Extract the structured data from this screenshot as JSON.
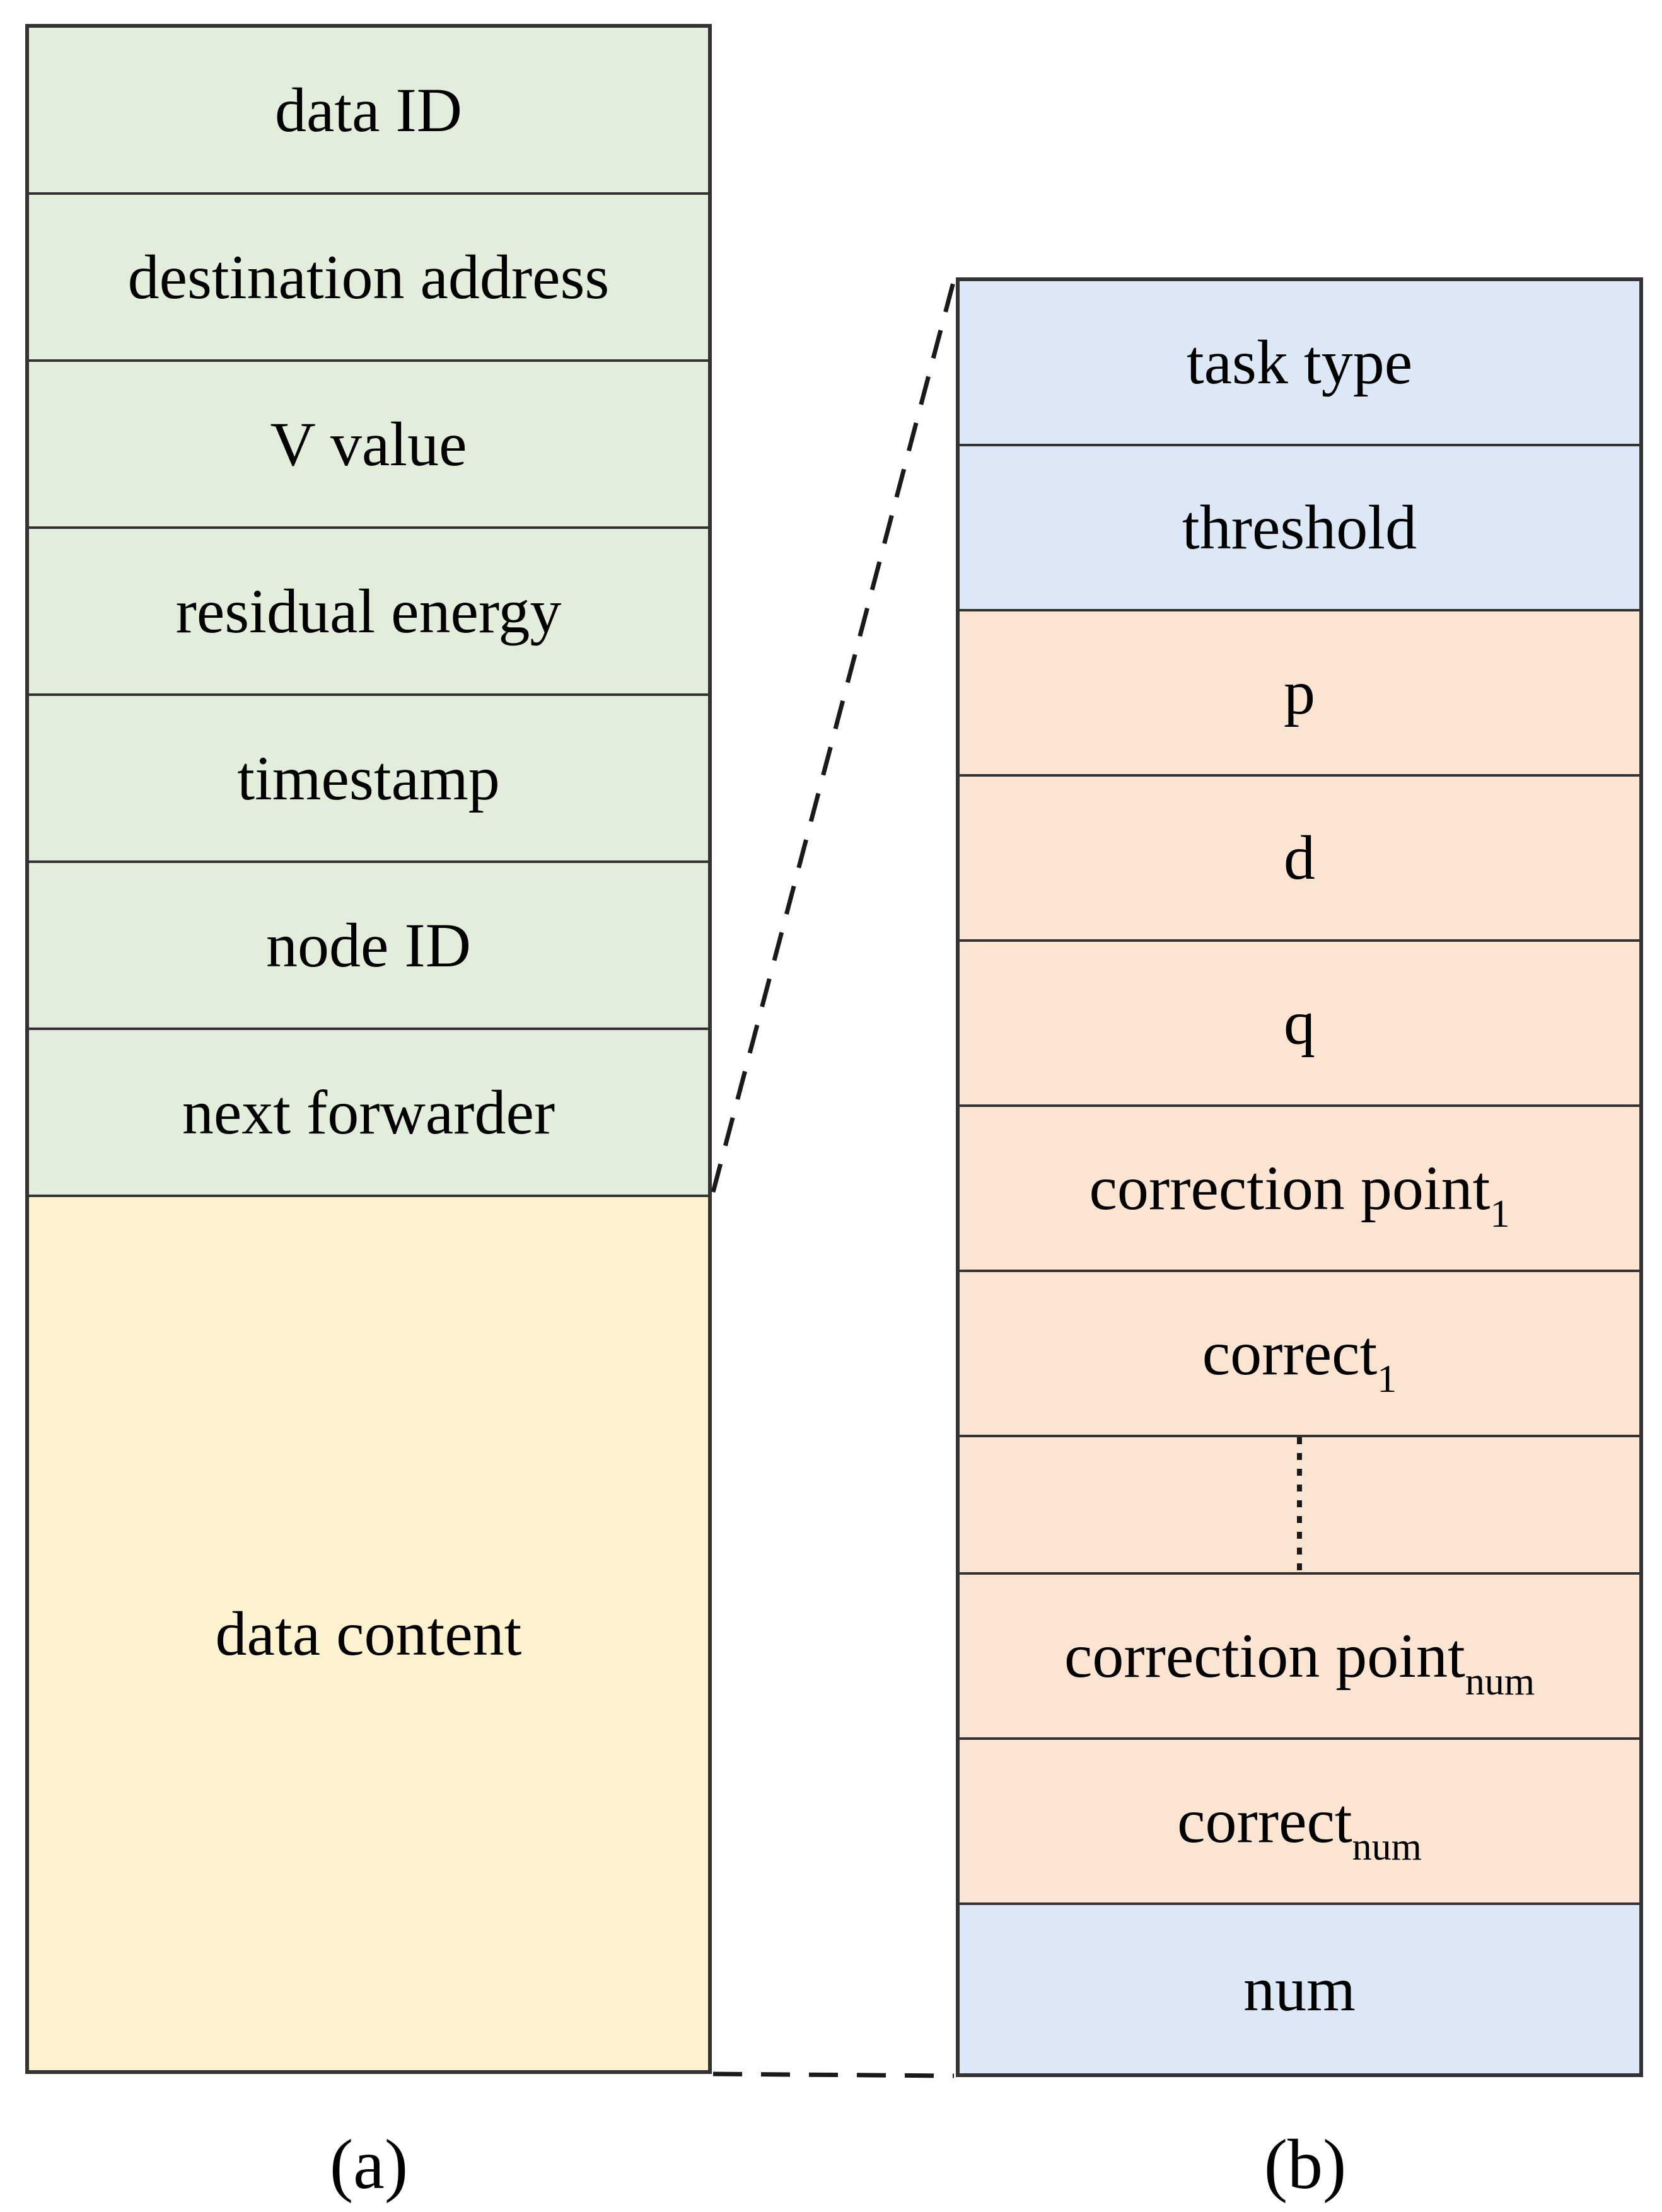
{
  "figure": {
    "colors": {
      "panel_a_header_bg": "#e2eedb",
      "panel_a_content_bg": "#fdf2cf",
      "panel_b_blue_bg": "#dce8f5",
      "panel_b_peach_bg": "#fbe4d2",
      "border": "#333333",
      "connector": "#1a1a1a",
      "text": "#000000"
    },
    "panel_a": {
      "label": "(a)",
      "rows": [
        {
          "text": "data ID"
        },
        {
          "text": "destination address"
        },
        {
          "text": "V value"
        },
        {
          "text": "residual energy"
        },
        {
          "text": "timestamp"
        },
        {
          "text": "node ID"
        },
        {
          "text": "next forwarder"
        },
        {
          "text": "data content"
        }
      ]
    },
    "panel_b": {
      "label": "(b)",
      "rows": [
        {
          "text": "task type",
          "bg": "#dce8f5"
        },
        {
          "text": "threshold",
          "bg": "#dce8f5"
        },
        {
          "text": "p",
          "bg": "#fbe4d2"
        },
        {
          "text": "d",
          "bg": "#fbe4d2"
        },
        {
          "text": "q",
          "bg": "#fbe4d2"
        },
        {
          "text": "correction point",
          "sub": "1",
          "bg": "#fbe4d2"
        },
        {
          "text": "correct",
          "sub": "1",
          "bg": "#fbe4d2"
        },
        {
          "text": "",
          "ellipsis": true,
          "bg": "#fbe4d2"
        },
        {
          "text": "correction point",
          "sub": "num",
          "bg": "#fbe4d2"
        },
        {
          "text": "correct",
          "sub": "num",
          "bg": "#fbe4d2"
        },
        {
          "text": "num",
          "bg": "#dce8f5"
        }
      ]
    }
  }
}
